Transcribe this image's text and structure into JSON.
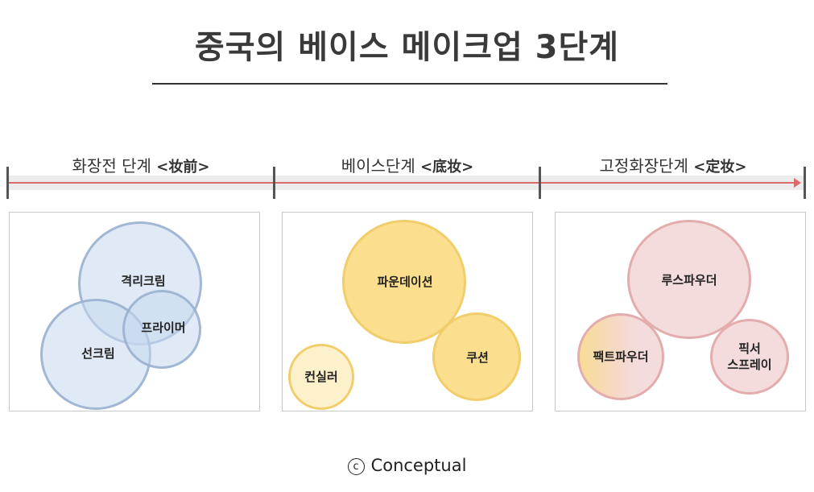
{
  "title": "중국의 베이스 메이크업 3단계",
  "stages": [
    {
      "label": "화장전 단계",
      "term": "<妆前>",
      "items": [
        "격리크림",
        "선크림",
        "프라이머"
      ]
    },
    {
      "label": "베이스단계",
      "term": "<底妆>",
      "items": [
        "파운데이션",
        "컨실러",
        "쿠션"
      ]
    },
    {
      "label": "고정화장단계",
      "term": "<定妆>",
      "items": [
        "루스파우더",
        "팩트파우더",
        "픽서",
        "스프레이"
      ]
    }
  ],
  "credit": {
    "symbol": "c",
    "text": "Conceptual"
  },
  "colors": {
    "stage1": "#c6d8ee",
    "stage2": "#fbdf8e",
    "stage3": "#f4dcdc",
    "timeline": "#d96b6b"
  }
}
